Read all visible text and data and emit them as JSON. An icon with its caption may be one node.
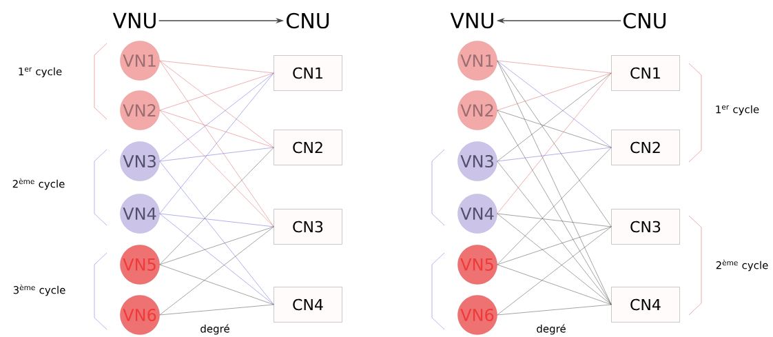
{
  "diagram": {
    "nodes": [
      {
        "text": [
          "VNU"
        ]
      },
      {
        "text": [
          "CNU"
        ]
      },
      {
        "text": [
          "VN1"
        ]
      },
      {
        "text": [
          "VN2"
        ]
      },
      {
        "text": [
          "VN3"
        ]
      },
      {
        "text": [
          "VN4"
        ]
      },
      {
        "text": [
          "VN5"
        ]
      },
      {
        "text": [
          "VN6"
        ]
      },
      {
        "text": [
          "CN1"
        ]
      },
      {
        "text": [
          "CN2"
        ]
      },
      {
        "text": [
          "CN3"
        ]
      },
      {
        "text": [
          "CN4"
        ]
      },
      {
        "text": [
          "VNU"
        ]
      },
      {
        "text": [
          "CNU"
        ]
      },
      {
        "text": [
          "VN1"
        ]
      },
      {
        "text": [
          "VN2"
        ]
      },
      {
        "text": [
          "VN3"
        ]
      },
      {
        "text": [
          "VN4"
        ]
      },
      {
        "text": [
          "VN5"
        ]
      },
      {
        "text": [
          "VN6"
        ]
      },
      {
        "text": [
          "CN1"
        ]
      },
      {
        "text": [
          "CN2"
        ]
      },
      {
        "text": [
          "CN3"
        ]
      },
      {
        "text": [
          "CN4"
        ]
      }
    ],
    "edges": [
      {
        "from": 0,
        "to": 1,
        "arrow": "to"
      },
      {
        "from": 2,
        "to": 8,
        "arrow": "none",
        "color": "#e06060"
      },
      {
        "from": 2,
        "to": 9,
        "arrow": "none",
        "color": "#e06060"
      },
      {
        "from": 2,
        "to": 10,
        "arrow": "none",
        "color": "#e06060"
      },
      {
        "from": 3,
        "to": 8,
        "arrow": "none",
        "color": "#e06060"
      },
      {
        "from": 3,
        "to": 9,
        "arrow": "none",
        "color": "#e06060"
      },
      {
        "from": 3,
        "to": 10,
        "arrow": "none",
        "color": "#e06060"
      },
      {
        "from": 4,
        "to": 8,
        "arrow": "none",
        "color": "#6060e0"
      },
      {
        "from": 4,
        "to": 9,
        "arrow": "none",
        "color": "#6060e0"
      },
      {
        "from": 4,
        "to": 11,
        "arrow": "none",
        "color": "#6060e0"
      },
      {
        "from": 5,
        "to": 8,
        "arrow": "none",
        "color": "#6060e0"
      },
      {
        "from": 5,
        "to": 10,
        "arrow": "none",
        "color": "#6060e0"
      },
      {
        "from": 5,
        "to": 11,
        "arrow": "none",
        "color": "#6060e0"
      },
      {
        "from": 6,
        "to": 9,
        "arrow": "none"
      },
      {
        "from": 6,
        "to": 10,
        "arrow": "none"
      },
      {
        "from": 6,
        "to": 11,
        "arrow": "none"
      },
      {
        "from": 7,
        "to": 10,
        "arrow": "none"
      },
      {
        "from": 7,
        "to": 11,
        "arrow": "none"
      },
      {
        "from": 13,
        "to": 12,
        "arrow": "to"
      },
      {
        "from": 14,
        "to": 20,
        "arrow": "none",
        "color": "#e06060"
      },
      {
        "from": 14,
        "to": 21,
        "arrow": "none",
        "color": "#6060e0"
      },
      {
        "from": 14,
        "to": 22,
        "arrow": "none"
      },
      {
        "from": 14,
        "to": 23,
        "arrow": "none"
      },
      {
        "from": 15,
        "to": 20,
        "arrow": "none",
        "color": "#e06060"
      },
      {
        "from": 15,
        "to": 21,
        "arrow": "none"
      },
      {
        "from": 15,
        "to": 23,
        "arrow": "none"
      },
      {
        "from": 16,
        "to": 20,
        "arrow": "none"
      },
      {
        "from": 16,
        "to": 21,
        "arrow": "none",
        "color": "#6060e0"
      },
      {
        "from": 16,
        "to": 23,
        "arrow": "none"
      },
      {
        "from": 17,
        "to": 20,
        "arrow": "none",
        "color": "#e06060"
      },
      {
        "from": 17,
        "to": 22,
        "arrow": "none"
      },
      {
        "from": 17,
        "to": 23,
        "arrow": "none"
      },
      {
        "from": 18,
        "to": 21,
        "arrow": "none"
      },
      {
        "from": 18,
        "to": 22,
        "arrow": "none"
      },
      {
        "from": 18,
        "to": 23,
        "arrow": "none"
      },
      {
        "from": 19,
        "to": 22,
        "arrow": "none"
      },
      {
        "from": 19,
        "to": 23,
        "arrow": "none"
      }
    ],
    "labels": [
      "1$^{er}$ cycle",
      "2$^{ème}$ cycle",
      "3$^{ème}$ cycle",
      "degré",
      "1$^{er}$ cycle",
      "2$^{ème}$ cycle",
      "degré"
    ]
  }
}
